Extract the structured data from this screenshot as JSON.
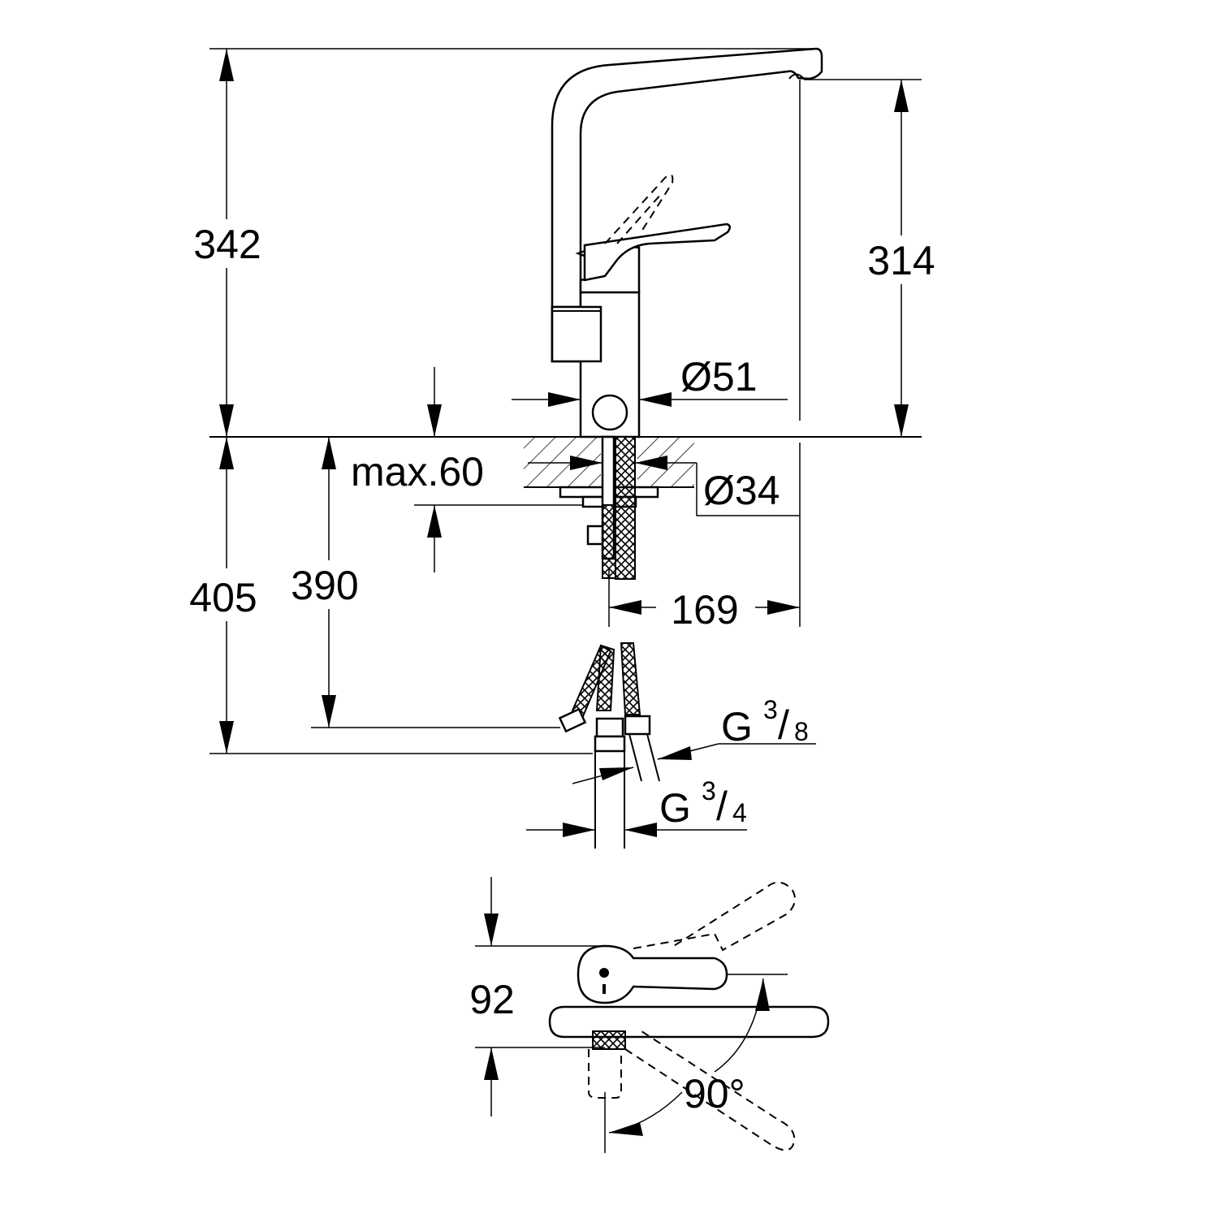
{
  "dimensions": {
    "total_height": "342",
    "spout_height": "314",
    "body_diameter": "Ø51",
    "max_counter_thickness": "max.60",
    "hole_diameter": "Ø34",
    "below_counter_total": "405",
    "below_counter_hose": "390",
    "spout_reach": "169",
    "connection_small_g": "G",
    "connection_small_num": "3",
    "connection_small_den": "8",
    "connection_large_g": "G",
    "connection_large_num": "3",
    "connection_large_den": "4",
    "handle_depth": "92",
    "swivel_angle": "90°"
  },
  "colors": {
    "line": "#000000",
    "background": "#ffffff"
  }
}
